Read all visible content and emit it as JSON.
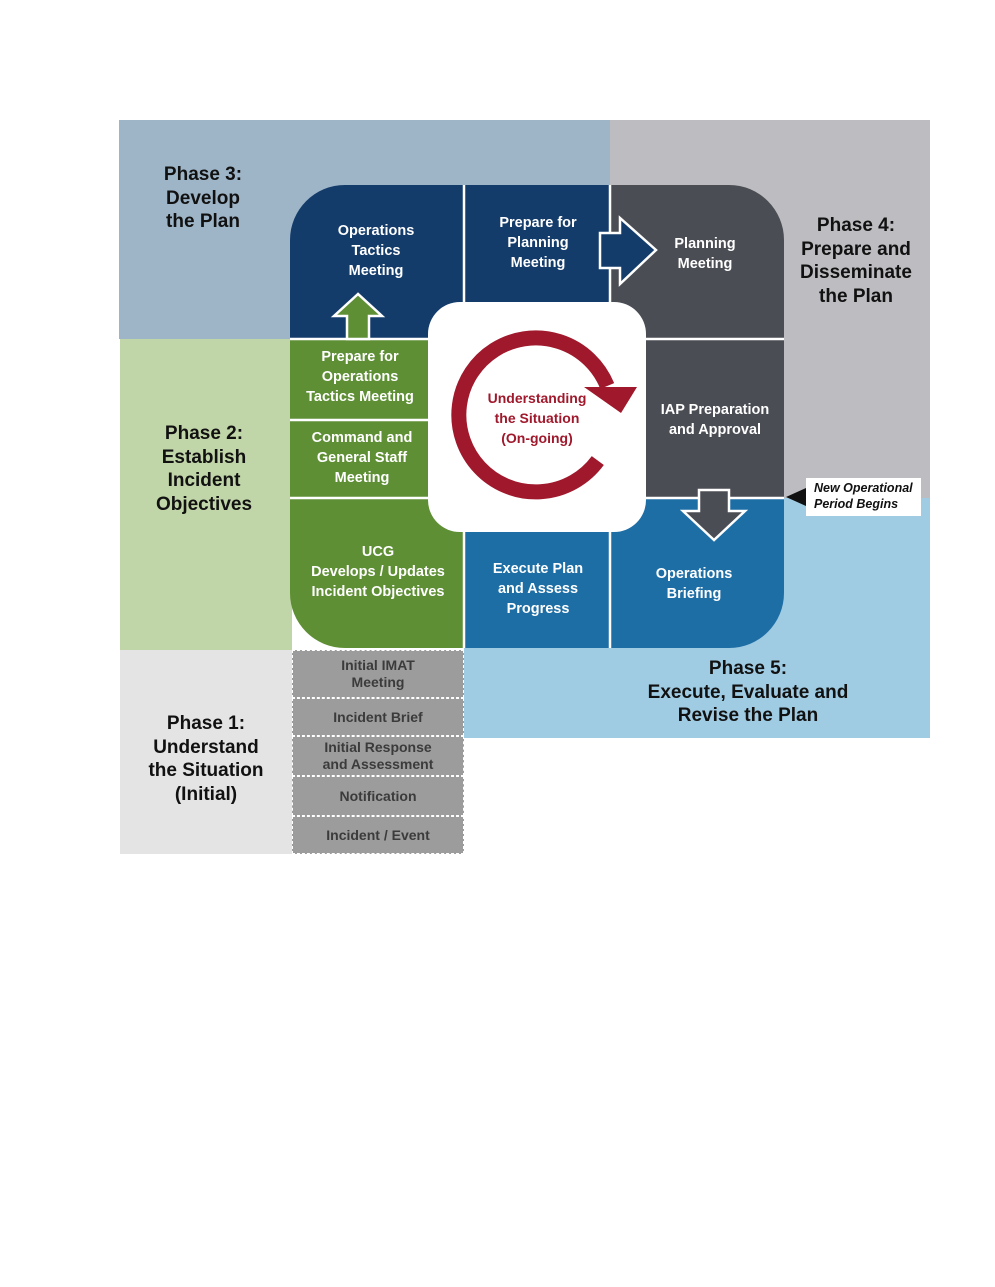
{
  "phases": {
    "p1": {
      "lines": [
        "Phase 1:",
        "Understand",
        "the Situation",
        "(Initial)"
      ]
    },
    "p2": {
      "lines": [
        "Phase 2:",
        "Establish",
        "Incident",
        "Objectives"
      ]
    },
    "p3": {
      "lines": [
        "Phase 3:",
        "Develop",
        "the Plan"
      ]
    },
    "p4": {
      "lines": [
        "Phase 4:",
        "Prepare and",
        "Disseminate",
        "the Plan"
      ]
    },
    "p5": {
      "lines": [
        "Phase 5:",
        "Execute, Evaluate and",
        "Revise the Plan"
      ]
    }
  },
  "cells": {
    "ops_tactics": {
      "lines": [
        "Operations",
        "Tactics",
        "Meeting"
      ]
    },
    "prep_planning": {
      "lines": [
        "Prepare for",
        "Planning",
        "Meeting"
      ]
    },
    "planning_meeting": {
      "lines": [
        "Planning",
        "Meeting"
      ]
    },
    "prep_ops_tactics": {
      "lines": [
        "Prepare for",
        "Operations",
        "Tactics Meeting"
      ]
    },
    "cmd_general_staff": {
      "lines": [
        "Command and",
        "General Staff",
        "Meeting"
      ]
    },
    "iap_prep": {
      "lines": [
        "IAP Preparation",
        "and Approval"
      ]
    },
    "ucg": {
      "lines": [
        "UCG",
        "Develops / Updates",
        "Incident Objectives"
      ]
    },
    "execute_plan": {
      "lines": [
        "Execute Plan",
        "and Assess",
        "Progress"
      ]
    },
    "ops_briefing": {
      "lines": [
        "Operations",
        "Briefing"
      ]
    }
  },
  "center": {
    "lines": [
      "Understanding",
      "the Situation",
      "(On-going)"
    ]
  },
  "initial_steps": {
    "imat": {
      "lines": [
        "Initial IMAT",
        "Meeting"
      ]
    },
    "brief": {
      "lines": [
        "Incident Brief"
      ]
    },
    "response": {
      "lines": [
        "Initial Response",
        "and Assessment"
      ]
    },
    "notification": {
      "lines": [
        "Notification"
      ]
    },
    "event": {
      "lines": [
        "Incident / Event"
      ]
    }
  },
  "new_period": {
    "lines": [
      "New Operational",
      "Period Begins"
    ]
  },
  "colors": {
    "phase1_bg": "#e4e4e4",
    "phase2_bg": "#c1d6a8",
    "phase3_bg": "#9eb5c8",
    "phase4_bg": "#bdbcc0",
    "phase5_bg": "#9fcbe3",
    "navy": "#143c6b",
    "green": "#5f8f35",
    "dark_gray": "#4a4d54",
    "blue": "#1e6ea6",
    "red": "#a0182b",
    "step_gray": "#9c9c9c"
  }
}
